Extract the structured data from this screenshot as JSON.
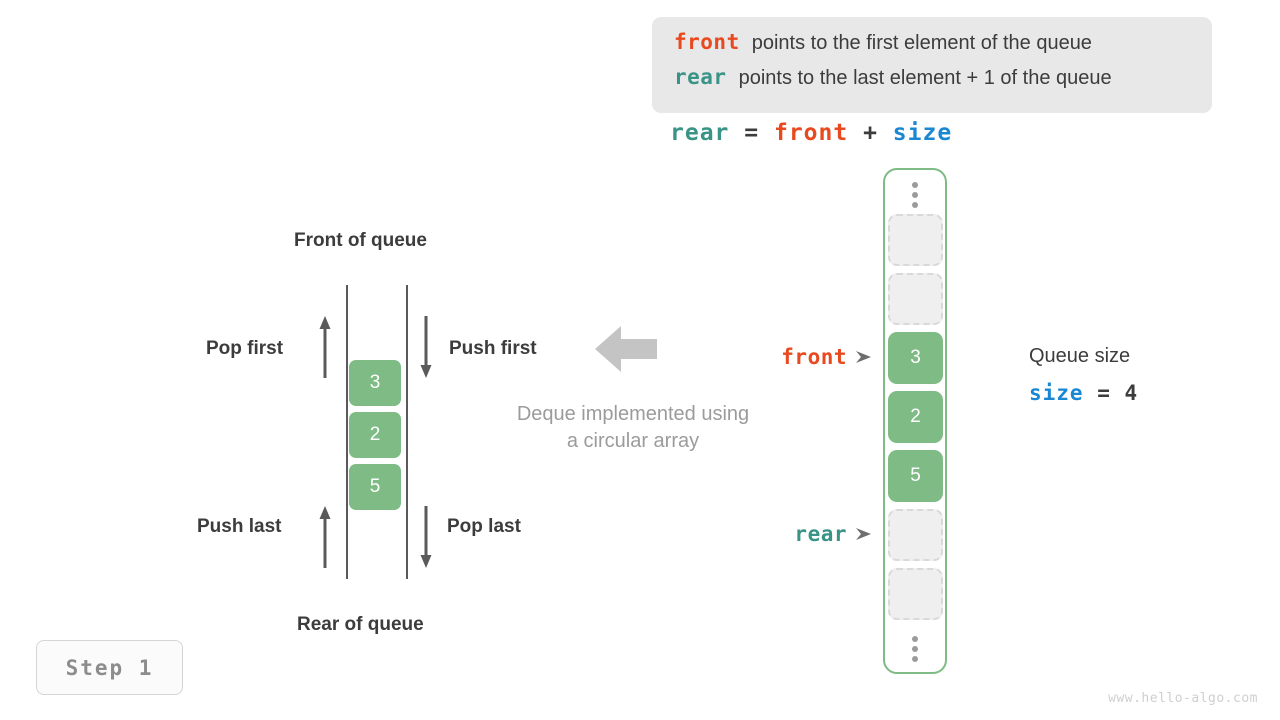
{
  "legend": {
    "lines": [
      {
        "keyword": "front",
        "keyword_color": "#e8491f",
        "text": "points to the first element of the queue"
      },
      {
        "keyword": "rear",
        "keyword_color": "#3a9387",
        "text": "points to the last element + 1 of the queue"
      }
    ],
    "background": "#e8e8e8"
  },
  "formula": {
    "lhs": "rear",
    "eq": "=",
    "op1": "front",
    "plus": "+",
    "op2": "size"
  },
  "deque": {
    "front_label": "Front of queue",
    "rear_label": "Rear of queue",
    "operations": {
      "pop_first": "Pop first",
      "push_first": "Push first",
      "push_last": "Push last",
      "pop_last": "Pop last"
    },
    "cells": [
      "3",
      "2",
      "5"
    ],
    "cell_color": "#7fbb85"
  },
  "caption": {
    "line1": "Deque implemented using",
    "line2": "a circular array",
    "color": "#9b9b9b"
  },
  "array": {
    "border_color": "#7fbb85",
    "top_ellipsis": "vertical-ellipsis",
    "bottom_ellipsis": "vertical-ellipsis",
    "cells": [
      {
        "value": "",
        "state": "empty"
      },
      {
        "value": "",
        "state": "empty"
      },
      {
        "value": "3",
        "state": "filled"
      },
      {
        "value": "2",
        "state": "filled"
      },
      {
        "value": "5",
        "state": "filled"
      },
      {
        "value": "",
        "state": "empty"
      },
      {
        "value": "",
        "state": "empty"
      }
    ],
    "pointers": [
      {
        "name": "front",
        "color": "#e8491f",
        "target_index": 2
      },
      {
        "name": "rear",
        "color": "#3a9387",
        "target_index": 5
      }
    ]
  },
  "queue_size": {
    "title": "Queue size",
    "var": "size",
    "var_color": "#1a87d3",
    "eq": "=",
    "value": "4"
  },
  "step_badge": {
    "label": "Step 1"
  },
  "watermark": {
    "text": "www.hello-algo.com"
  }
}
